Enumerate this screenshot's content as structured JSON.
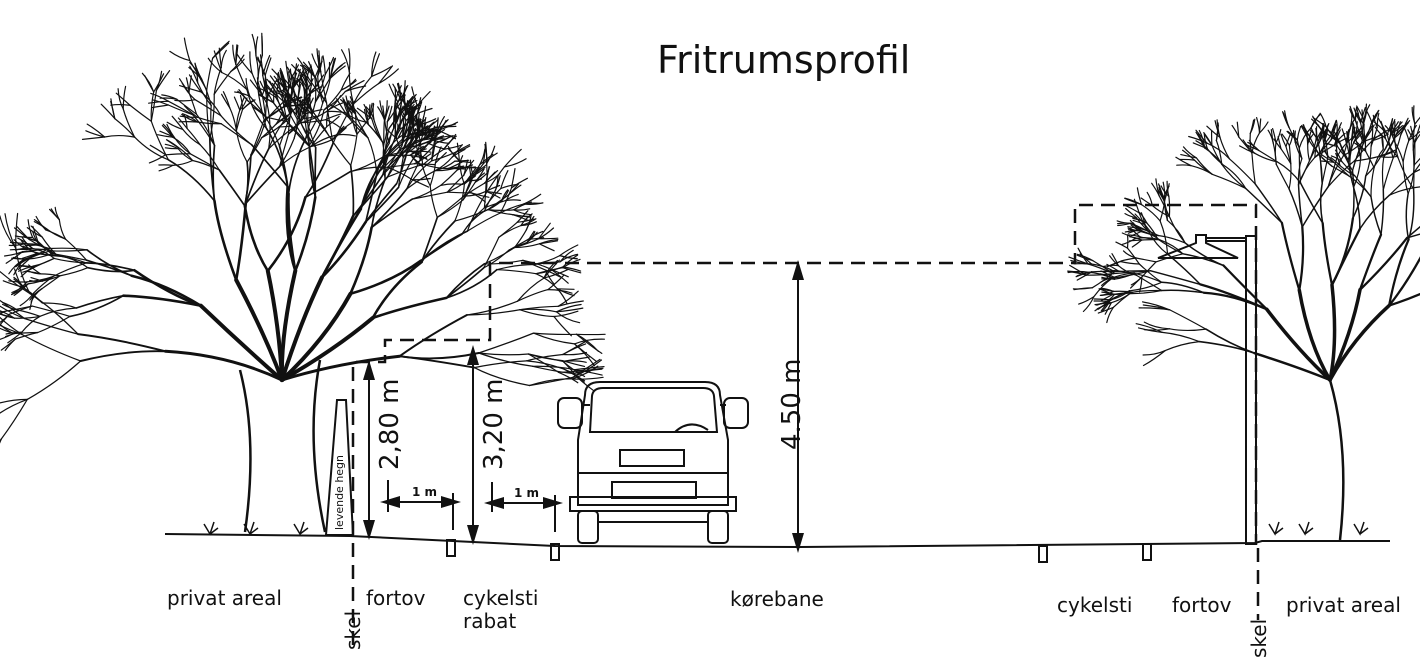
{
  "title": "Fritrumsprofil",
  "colors": {
    "ink": "#111111",
    "background": "#ffffff"
  },
  "dimensions": {
    "fortov_height": "2,80 m",
    "cykelsti_height": "3,20 m",
    "korebane_height": "4.50 m",
    "fortov_width": "1 m",
    "cykelsti_width": "1 m"
  },
  "hedge_label": "levende hegn",
  "zones": {
    "left_private": "privat areal",
    "left_boundary": "skel",
    "left_sidewalk": "fortov",
    "left_cycle": "cykelsti",
    "left_verge": "rabat",
    "roadway": "kørebane",
    "right_cycle": "cykelsti",
    "right_sidewalk": "fortov",
    "right_boundary": "skel",
    "right_private": "privat areal"
  }
}
